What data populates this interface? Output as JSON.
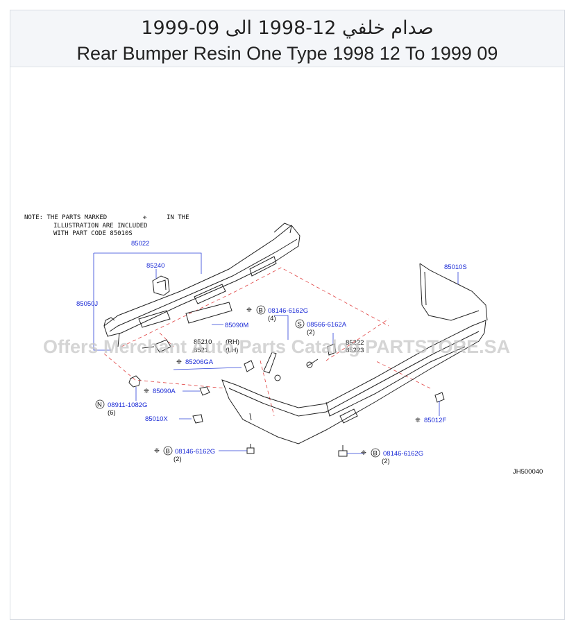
{
  "header": {
    "title_ar": "صدام خلفي 12-1998 الى 09-1999",
    "title_en": "Rear Bumper Resin One Type 1998 12 To 1999 09"
  },
  "diagram": {
    "note_line1": "NOTE: THE PARTS MARKED",
    "note_in_the": "IN THE",
    "note_line2": "ILLUSTRATION ARE INCLUDED",
    "note_line3": "WITH PART CODE 85010S",
    "diagram_code": "JH500040",
    "watermark": "Offers Merchant Auto Parts Catalog PARTSTORE.SA",
    "callouts": {
      "p85022": "85022",
      "p85240": "85240",
      "p85050J": "85050J",
      "p85090M": "85090M",
      "p85210": "85210",
      "p8521x": "8521",
      "rh": "(RH)",
      "lh": "(LH)",
      "p85206GA": "85206GA",
      "p85090A": "85090A",
      "p08911": "08911-1082G",
      "qty6": "(6)",
      "p85010X": "85010X",
      "p08146_top": "08146-6162G",
      "qty4": "(4)",
      "p08566": "08566-6162A",
      "qty2_s": "(2)",
      "p85222": "85222",
      "p85223": "85223",
      "p85010S": "85010S",
      "p85012F": "85012F",
      "p08146_bl": "08146-6162G",
      "qty2_bl": "(2)",
      "p08146_br": "08146-6162G",
      "qty2_br": "(2)"
    },
    "symbols": {
      "bolt_b": "B",
      "screw_s": "S",
      "nut_n": "N",
      "mark": "❈"
    }
  }
}
